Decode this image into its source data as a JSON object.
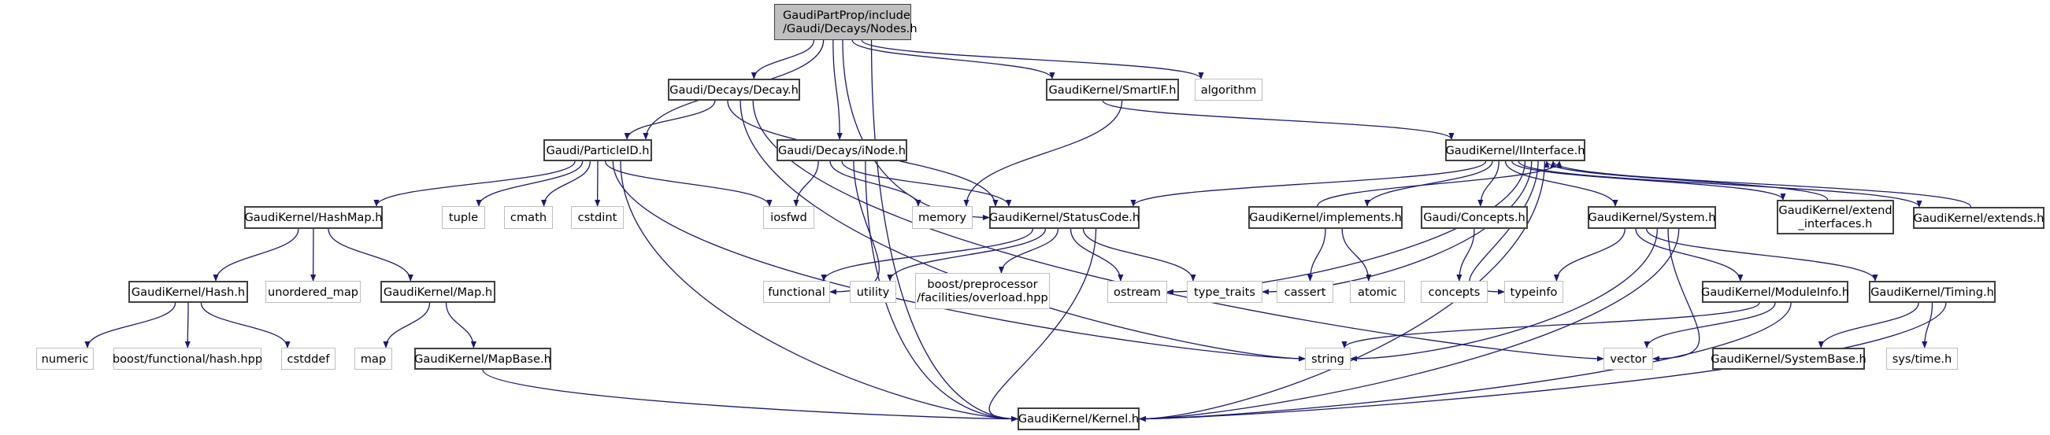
{
  "diagram": {
    "title": "Include dependency graph for Nodes.h",
    "edge_color": "#191970",
    "root_fill": "#bfbfbf",
    "internal_border": "#404040",
    "external_border": "#bfbfbf",
    "nodes": {
      "nodes_h": {
        "label": "GaudiPartProp/include\n/Gaudi/Decays/Nodes.h",
        "kind": "root"
      },
      "decay_h": {
        "label": "Gaudi/Decays/Decay.h",
        "kind": "internal"
      },
      "smartif_h": {
        "label": "GaudiKernel/SmartIF.h",
        "kind": "internal"
      },
      "algorithm": {
        "label": "algorithm",
        "kind": "external"
      },
      "particleid_h": {
        "label": "Gaudi/ParticleID.h",
        "kind": "internal"
      },
      "inode_h": {
        "label": "Gaudi/Decays/iNode.h",
        "kind": "internal"
      },
      "iinterface_h": {
        "label": "GaudiKernel/IInterface.h",
        "kind": "internal"
      },
      "hashmap_h": {
        "label": "GaudiKernel/HashMap.h",
        "kind": "internal"
      },
      "tuple": {
        "label": "tuple",
        "kind": "external"
      },
      "cmath": {
        "label": "cmath",
        "kind": "external"
      },
      "cstdint": {
        "label": "cstdint",
        "kind": "external"
      },
      "iosfwd": {
        "label": "iosfwd",
        "kind": "external"
      },
      "memory": {
        "label": "memory",
        "kind": "external"
      },
      "statuscode_h": {
        "label": "GaudiKernel/StatusCode.h",
        "kind": "internal"
      },
      "implements_h": {
        "label": "GaudiKernel/implements.h",
        "kind": "internal"
      },
      "concepts_h": {
        "label": "Gaudi/Concepts.h",
        "kind": "internal"
      },
      "system_h": {
        "label": "GaudiKernel/System.h",
        "kind": "internal"
      },
      "extend_interfaces_h": {
        "label": "GaudiKernel/extend\n_interfaces.h",
        "kind": "internal"
      },
      "extends_h": {
        "label": "GaudiKernel/extends.h",
        "kind": "internal"
      },
      "hash_h": {
        "label": "GaudiKernel/Hash.h",
        "kind": "internal"
      },
      "unordered_map": {
        "label": "unordered_map",
        "kind": "external"
      },
      "map_h": {
        "label": "GaudiKernel/Map.h",
        "kind": "internal"
      },
      "functional": {
        "label": "functional",
        "kind": "external"
      },
      "utility": {
        "label": "utility",
        "kind": "external"
      },
      "boost_overload": {
        "label": "boost/preprocessor\n/facilities/overload.hpp",
        "kind": "external"
      },
      "ostream": {
        "label": "ostream",
        "kind": "external"
      },
      "type_traits": {
        "label": "type_traits",
        "kind": "external"
      },
      "cassert": {
        "label": "cassert",
        "kind": "external"
      },
      "atomic": {
        "label": "atomic",
        "kind": "external"
      },
      "concepts": {
        "label": "concepts",
        "kind": "external"
      },
      "typeinfo": {
        "label": "typeinfo",
        "kind": "external"
      },
      "moduleinfo_h": {
        "label": "GaudiKernel/ModuleInfo.h",
        "kind": "internal"
      },
      "timing_h": {
        "label": "GaudiKernel/Timing.h",
        "kind": "internal"
      },
      "numeric": {
        "label": "numeric",
        "kind": "external"
      },
      "boost_hash": {
        "label": "boost/functional/hash.hpp",
        "kind": "external"
      },
      "cstddef": {
        "label": "cstddef",
        "kind": "external"
      },
      "map": {
        "label": "map",
        "kind": "external"
      },
      "mapbase_h": {
        "label": "GaudiKernel/MapBase.h",
        "kind": "internal"
      },
      "string": {
        "label": "string",
        "kind": "external"
      },
      "vector": {
        "label": "vector",
        "kind": "external"
      },
      "systembase_h": {
        "label": "GaudiKernel/SystemBase.h",
        "kind": "internal"
      },
      "sys_time_h": {
        "label": "sys/time.h",
        "kind": "external"
      },
      "kernel_h": {
        "label": "GaudiKernel/Kernel.h",
        "kind": "internal"
      }
    },
    "edges": [
      [
        "nodes_h",
        "decay_h"
      ],
      [
        "nodes_h",
        "particleid_h"
      ],
      [
        "nodes_h",
        "inode_h"
      ],
      [
        "nodes_h",
        "statuscode_h"
      ],
      [
        "nodes_h",
        "smartif_h"
      ],
      [
        "nodes_h",
        "algorithm"
      ],
      [
        "nodes_h",
        "kernel_h"
      ],
      [
        "decay_h",
        "particleid_h"
      ],
      [
        "decay_h",
        "statuscode_h"
      ],
      [
        "decay_h",
        "string"
      ],
      [
        "decay_h",
        "vector"
      ],
      [
        "smartif_h",
        "iinterface_h"
      ],
      [
        "smartif_h",
        "memory"
      ],
      [
        "particleid_h",
        "hashmap_h"
      ],
      [
        "particleid_h",
        "tuple"
      ],
      [
        "particleid_h",
        "cmath"
      ],
      [
        "particleid_h",
        "cstdint"
      ],
      [
        "particleid_h",
        "iosfwd"
      ],
      [
        "particleid_h",
        "string"
      ],
      [
        "particleid_h",
        "kernel_h"
      ],
      [
        "inode_h",
        "iosfwd"
      ],
      [
        "inode_h",
        "memory"
      ],
      [
        "inode_h",
        "statuscode_h"
      ],
      [
        "inode_h",
        "functional"
      ],
      [
        "inode_h",
        "kernel_h"
      ],
      [
        "iinterface_h",
        "statuscode_h"
      ],
      [
        "iinterface_h",
        "implements_h"
      ],
      [
        "iinterface_h",
        "concepts_h"
      ],
      [
        "iinterface_h",
        "system_h"
      ],
      [
        "iinterface_h",
        "extend_interfaces_h"
      ],
      [
        "iinterface_h",
        "extends_h"
      ],
      [
        "iinterface_h",
        "ostream"
      ],
      [
        "iinterface_h",
        "type_traits"
      ],
      [
        "iinterface_h",
        "typeinfo"
      ],
      [
        "iinterface_h",
        "kernel_h"
      ],
      [
        "implements_h",
        "iinterface_h"
      ],
      [
        "extend_interfaces_h",
        "iinterface_h"
      ],
      [
        "extends_h",
        "iinterface_h"
      ],
      [
        "implements_h",
        "cassert"
      ],
      [
        "implements_h",
        "atomic"
      ],
      [
        "concepts_h",
        "concepts"
      ],
      [
        "hashmap_h",
        "hash_h"
      ],
      [
        "hashmap_h",
        "unordered_map"
      ],
      [
        "hashmap_h",
        "map_h"
      ],
      [
        "hash_h",
        "numeric"
      ],
      [
        "hash_h",
        "boost_hash"
      ],
      [
        "hash_h",
        "cstddef"
      ],
      [
        "map_h",
        "map"
      ],
      [
        "map_h",
        "mapbase_h"
      ],
      [
        "mapbase_h",
        "kernel_h"
      ],
      [
        "statuscode_h",
        "functional"
      ],
      [
        "statuscode_h",
        "utility"
      ],
      [
        "statuscode_h",
        "boost_overload"
      ],
      [
        "statuscode_h",
        "ostream"
      ],
      [
        "statuscode_h",
        "type_traits"
      ],
      [
        "statuscode_h",
        "kernel_h"
      ],
      [
        "system_h",
        "typeinfo"
      ],
      [
        "system_h",
        "moduleinfo_h"
      ],
      [
        "system_h",
        "timing_h"
      ],
      [
        "system_h",
        "string"
      ],
      [
        "system_h",
        "vector"
      ],
      [
        "system_h",
        "kernel_h"
      ],
      [
        "moduleinfo_h",
        "string"
      ],
      [
        "moduleinfo_h",
        "vector"
      ],
      [
        "moduleinfo_h",
        "kernel_h"
      ],
      [
        "timing_h",
        "systembase_h"
      ],
      [
        "timing_h",
        "sys_time_h"
      ],
      [
        "timing_h",
        "kernel_h"
      ]
    ]
  }
}
